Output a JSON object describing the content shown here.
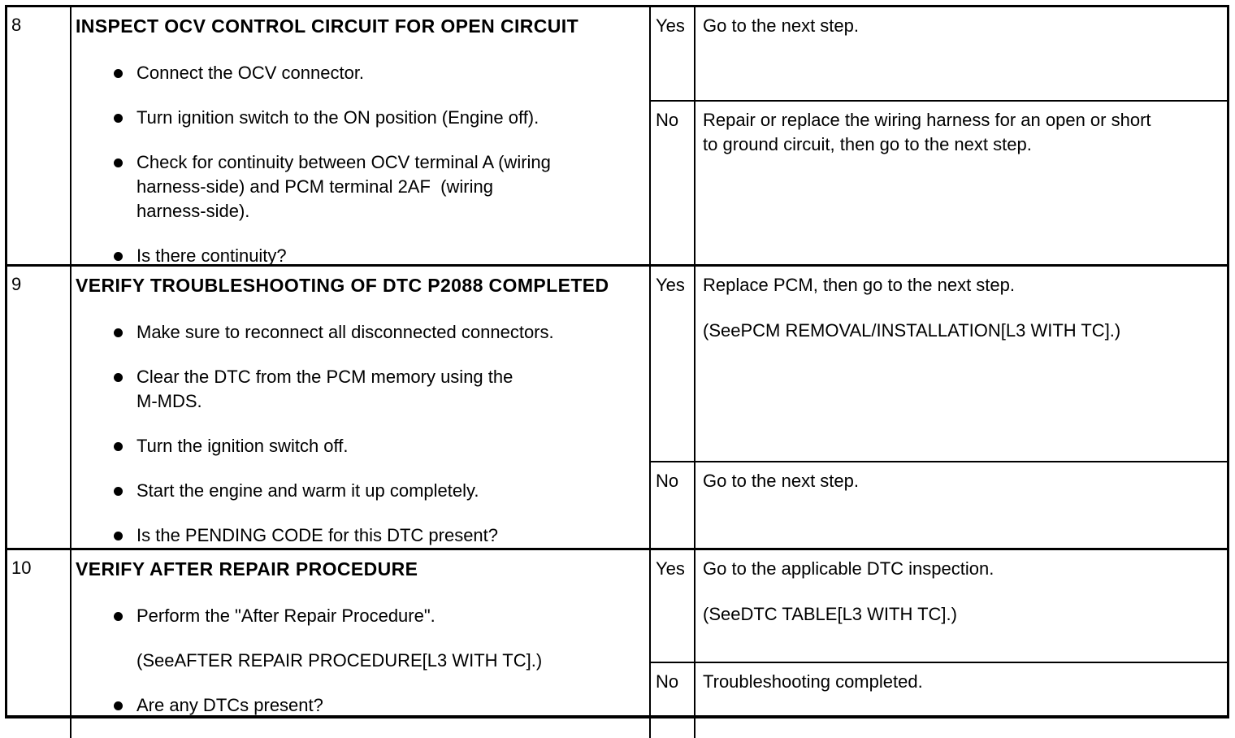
{
  "colors": {
    "text": "#000000",
    "border": "#000000",
    "background": "#ffffff"
  },
  "steps": [
    {
      "number": "8",
      "title": "INSPECT OCV CONTROL CIRCUIT FOR OPEN CIRCUIT",
      "items": [
        {
          "bullet": true,
          "lines": [
            "Connect the OCV connector."
          ]
        },
        {
          "bullet": true,
          "lines": [
            "Turn ignition switch to the ON position (Engine off)."
          ]
        },
        {
          "bullet": true,
          "lines": [
            "Check for continuity between OCV terminal A (wiring",
            "harness-side) and PCM terminal 2AF  (wiring",
            "harness-side)."
          ]
        },
        {
          "bullet": true,
          "lines": [
            "Is there continuity?"
          ]
        }
      ],
      "yes_label": "Yes",
      "yes_lines": [
        "Go to the next step."
      ],
      "no_label": "No",
      "no_lines": [
        "Repair or replace the wiring harness for an open or short",
        "to ground circuit, then go to the next step."
      ]
    },
    {
      "number": "9",
      "title": "VERIFY TROUBLESHOOTING OF DTC P2088 COMPLETED",
      "items": [
        {
          "bullet": true,
          "lines": [
            "Make sure to reconnect all disconnected connectors."
          ]
        },
        {
          "bullet": true,
          "lines": [
            "Clear the DTC from the PCM memory using the",
            "M-MDS."
          ]
        },
        {
          "bullet": true,
          "lines": [
            "Turn the ignition switch off."
          ]
        },
        {
          "bullet": true,
          "lines": [
            "Start the engine and warm it up completely."
          ]
        },
        {
          "bullet": true,
          "lines": [
            "Is the PENDING CODE for this DTC present?"
          ]
        }
      ],
      "yes_label": "Yes",
      "yes_lines": [
        "Replace PCM, then go to the next step.",
        "(SeePCM REMOVAL/INSTALLATION[L3 WITH TC].)"
      ],
      "no_label": "No",
      "no_lines": [
        "Go to the next step."
      ]
    },
    {
      "number": "10",
      "title": "VERIFY AFTER REPAIR PROCEDURE",
      "items": [
        {
          "bullet": true,
          "lines": [
            "Perform the \"After Repair Procedure\"."
          ]
        },
        {
          "bullet": false,
          "lines": [
            "(SeeAFTER REPAIR PROCEDURE[L3 WITH TC].)"
          ]
        },
        {
          "bullet": true,
          "lines": [
            "Are any DTCs present?"
          ]
        }
      ],
      "yes_label": "Yes",
      "yes_lines": [
        "Go to the applicable DTC inspection.",
        "(SeeDTC TABLE[L3 WITH TC].)"
      ],
      "no_label": "No",
      "no_lines": [
        "Troubleshooting completed."
      ]
    }
  ]
}
